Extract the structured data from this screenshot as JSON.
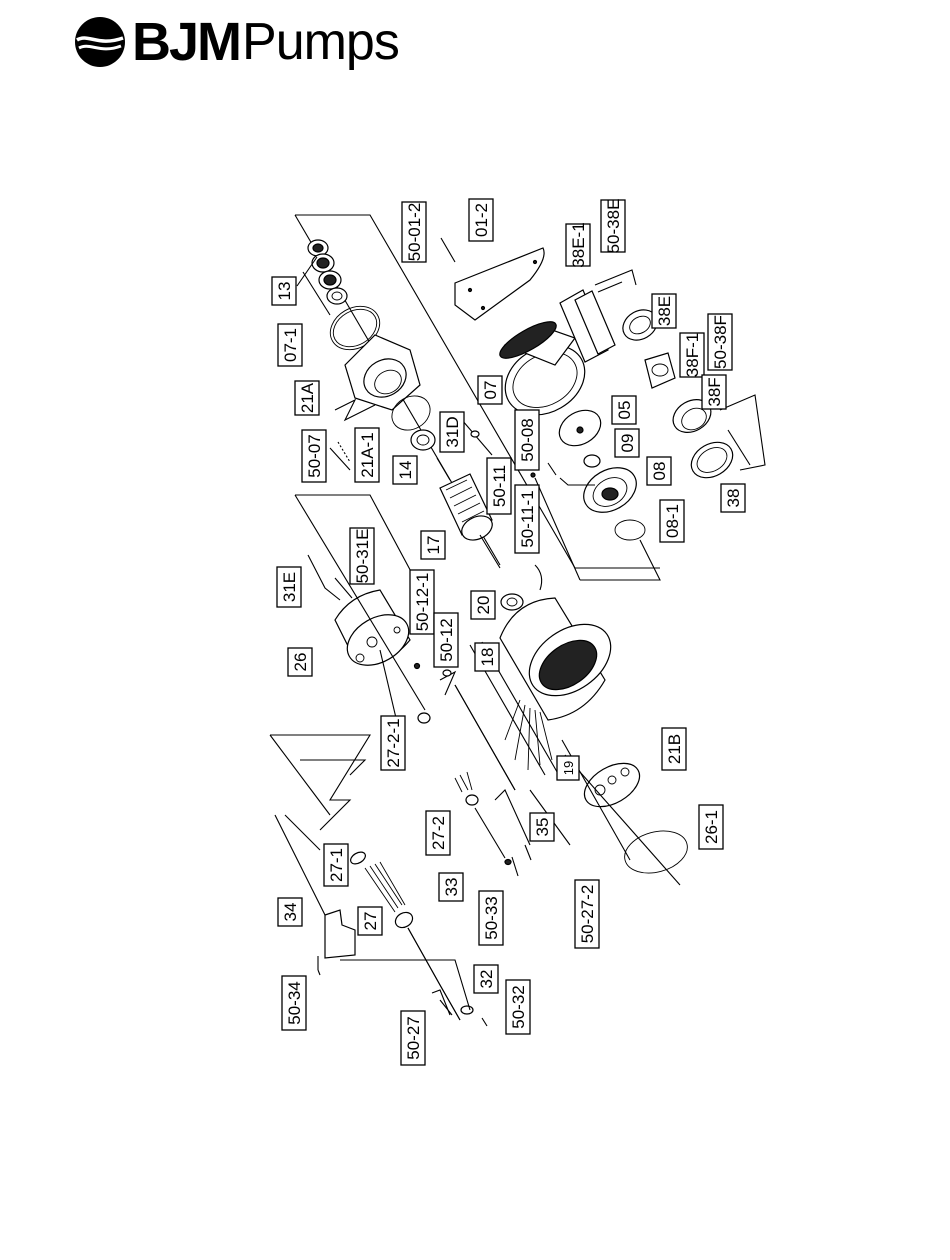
{
  "header": {
    "brand_bold": "BJM",
    "brand_light": "Pumps",
    "logo_icon": "wave-globe-icon"
  },
  "diagram": {
    "title": "Exploded parts view",
    "labels": [
      {
        "id": "50-01-2"
      },
      {
        "id": "01-2"
      },
      {
        "id": "38E-1"
      },
      {
        "id": "50-38E"
      },
      {
        "id": "13"
      },
      {
        "id": "07-1"
      },
      {
        "id": "21A"
      },
      {
        "id": "07"
      },
      {
        "id": "38E"
      },
      {
        "id": "38F-1"
      },
      {
        "id": "50-38F"
      },
      {
        "id": "38F"
      },
      {
        "id": "05"
      },
      {
        "id": "09"
      },
      {
        "id": "08"
      },
      {
        "id": "38"
      },
      {
        "id": "50-07"
      },
      {
        "id": "21A-1"
      },
      {
        "id": "14"
      },
      {
        "id": "31D"
      },
      {
        "id": "50-08"
      },
      {
        "id": "50-11"
      },
      {
        "id": "50-11-1"
      },
      {
        "id": "08-1"
      },
      {
        "id": "17"
      },
      {
        "id": "31E"
      },
      {
        "id": "50-31E"
      },
      {
        "id": "50-12-1"
      },
      {
        "id": "26"
      },
      {
        "id": "50-12"
      },
      {
        "id": "20"
      },
      {
        "id": "18"
      },
      {
        "id": "27-2-1"
      },
      {
        "id": "19"
      },
      {
        "id": "21B"
      },
      {
        "id": "35"
      },
      {
        "id": "27-2"
      },
      {
        "id": "26-1"
      },
      {
        "id": "27-1"
      },
      {
        "id": "33"
      },
      {
        "id": "50-33"
      },
      {
        "id": "50-27-2"
      },
      {
        "id": "34"
      },
      {
        "id": "27"
      },
      {
        "id": "32"
      },
      {
        "id": "50-34"
      },
      {
        "id": "50-32"
      },
      {
        "id": "50-27"
      }
    ]
  },
  "colors": {
    "ink": "#000000",
    "paper": "#ffffff"
  }
}
